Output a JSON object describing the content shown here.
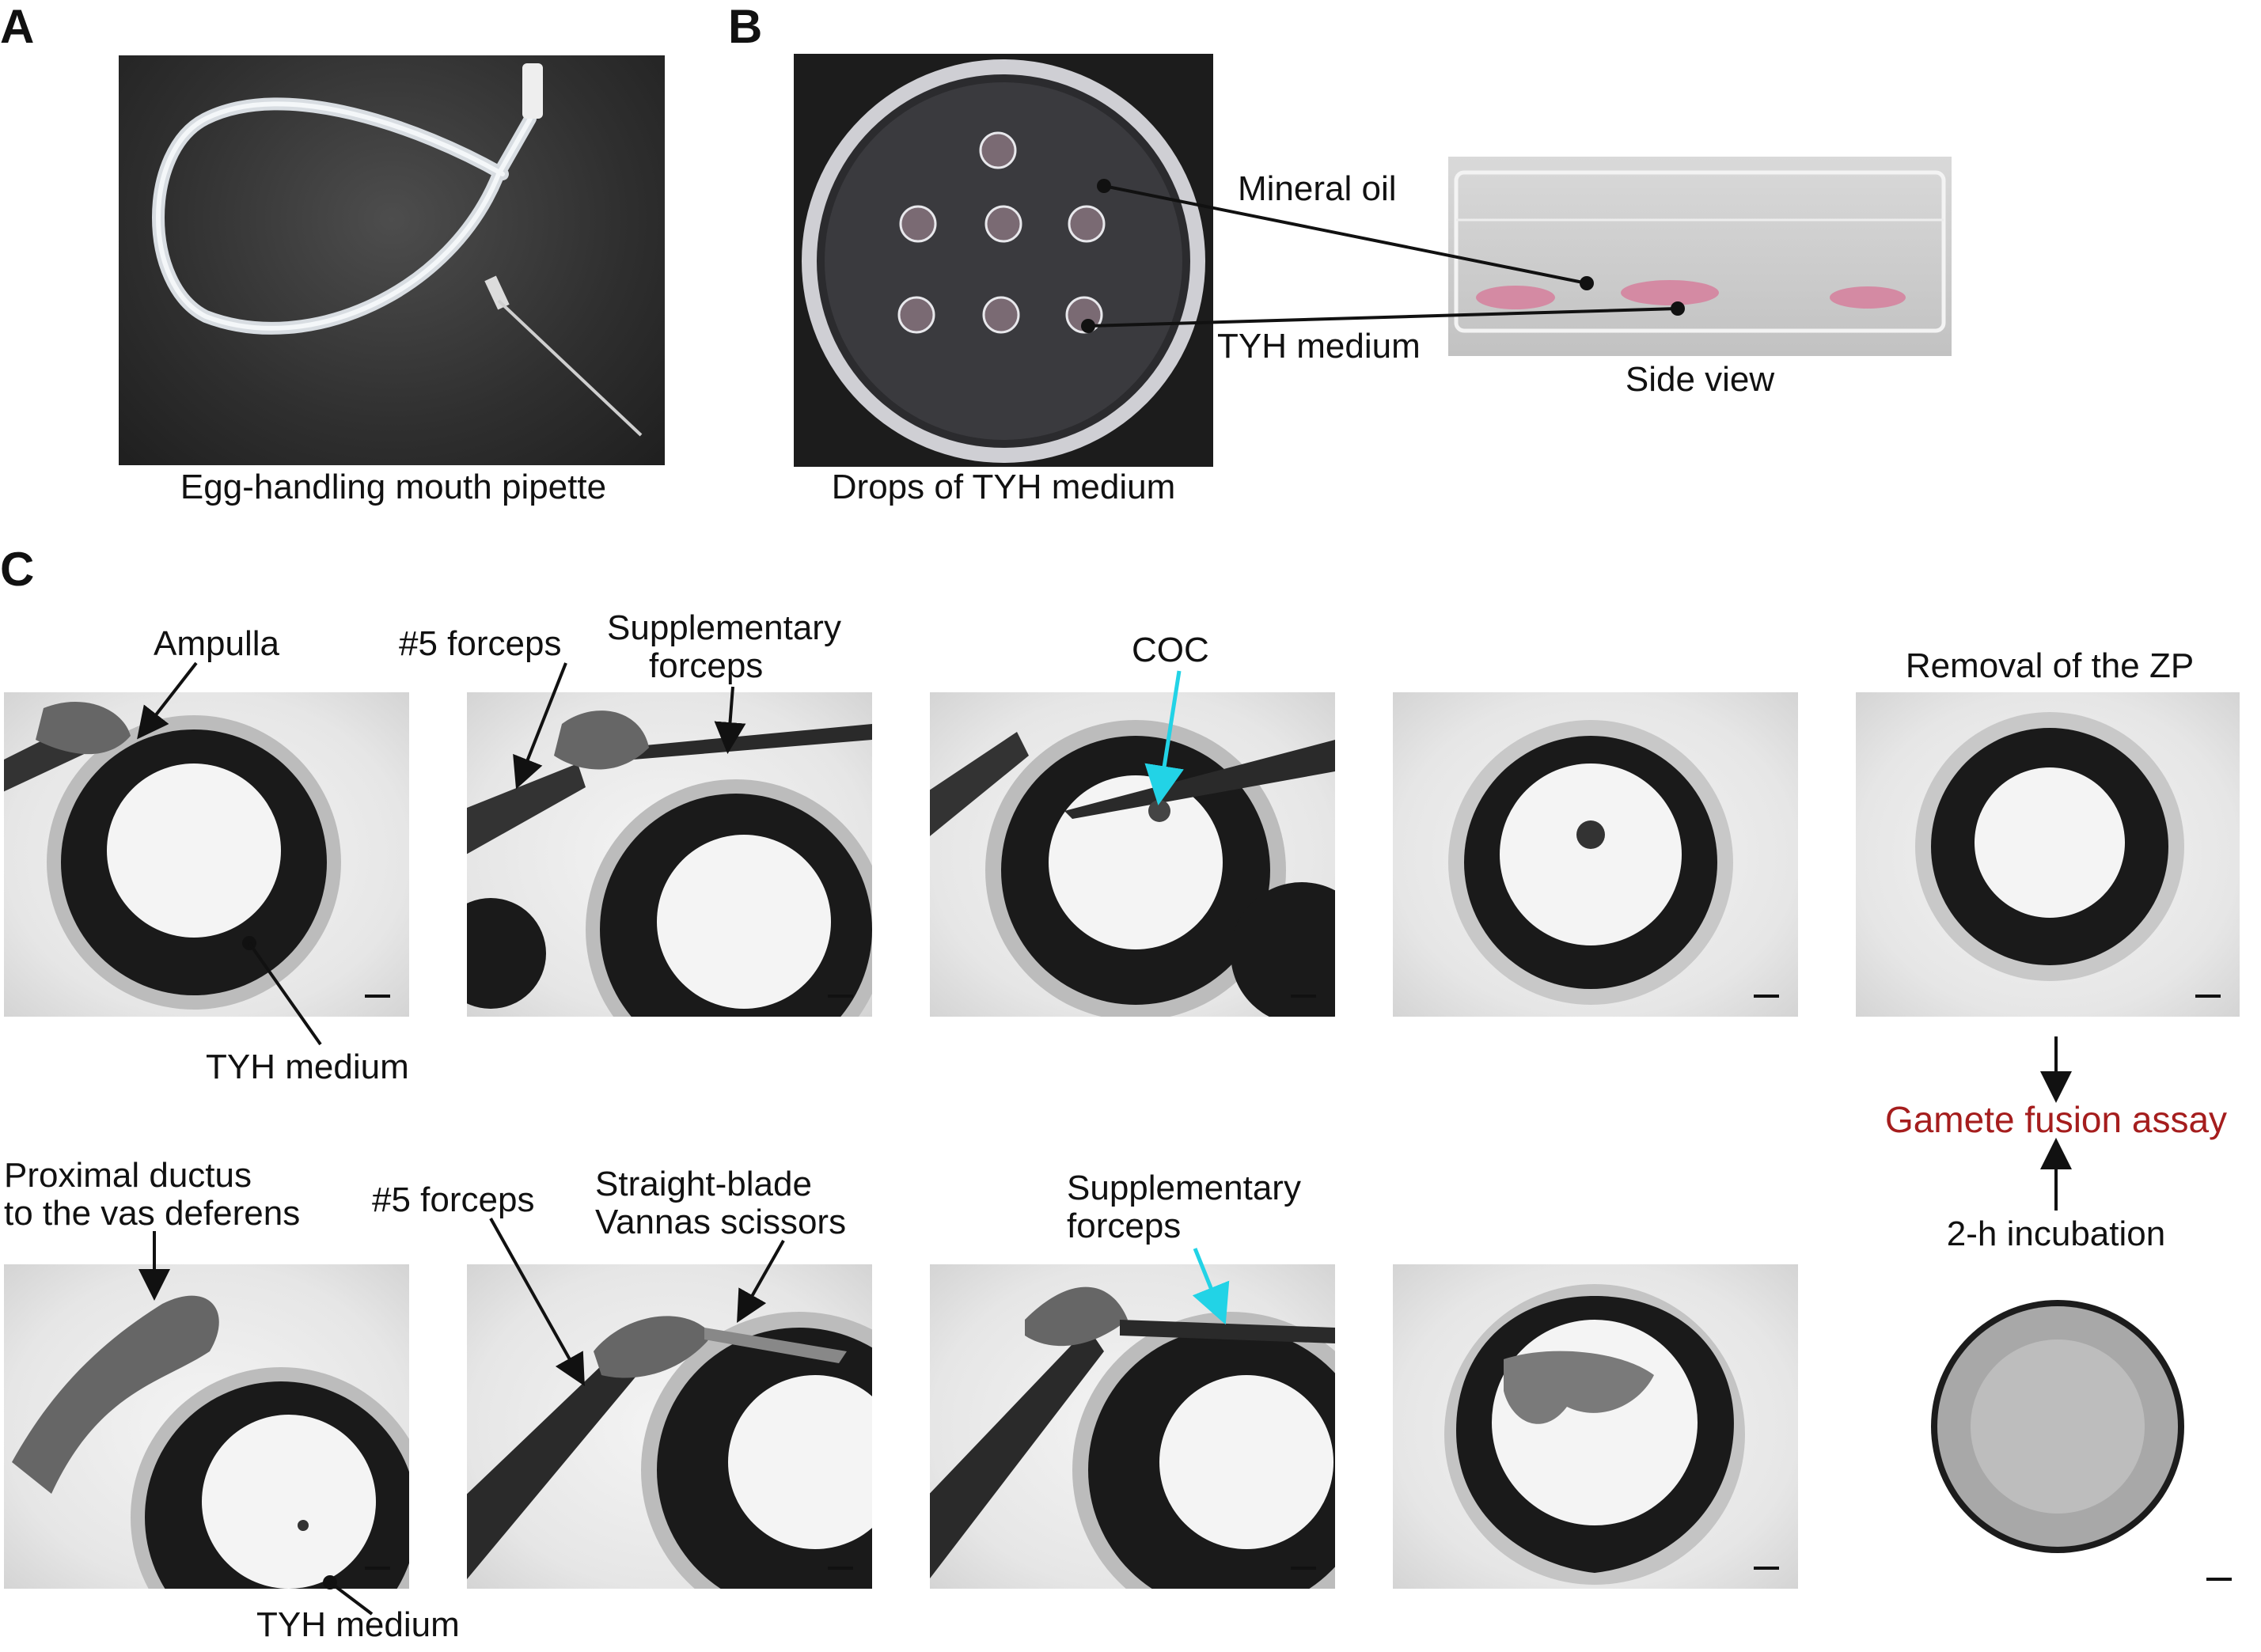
{
  "panels": {
    "a": {
      "letter": "A",
      "caption": "Egg-handling mouth pipette"
    },
    "b": {
      "letter": "B",
      "caption": "Drops of TYH medium",
      "label_oil": "Mineral oil",
      "label_medium": "TYH medium",
      "side_caption": "Side view"
    },
    "c": {
      "letter": "C",
      "top_row": {
        "ampulla": "Ampulla",
        "forceps5": "#5 forceps",
        "supp_line1": "Supplementary",
        "supp_line2": "forceps",
        "coc": "COC",
        "zp": "Removal of the ZP",
        "medium": "TYH medium"
      },
      "bottom_row": {
        "prox_line1": "Proximal ductus",
        "prox_line2": "to the vas deferens",
        "forceps5": "#5 forceps",
        "scissors_line1": "Straight-blade",
        "scissors_line2": "Vannas scissors",
        "supp_line1": "Supplementary",
        "supp_line2": "forceps",
        "medium": "TYH medium"
      },
      "fusion_label": "Gamete fusion assay",
      "incubation_label": "2-h incubation"
    }
  },
  "colors": {
    "fusion_text": "#a51d1d",
    "cyan_arrow": "#22d3e6"
  }
}
